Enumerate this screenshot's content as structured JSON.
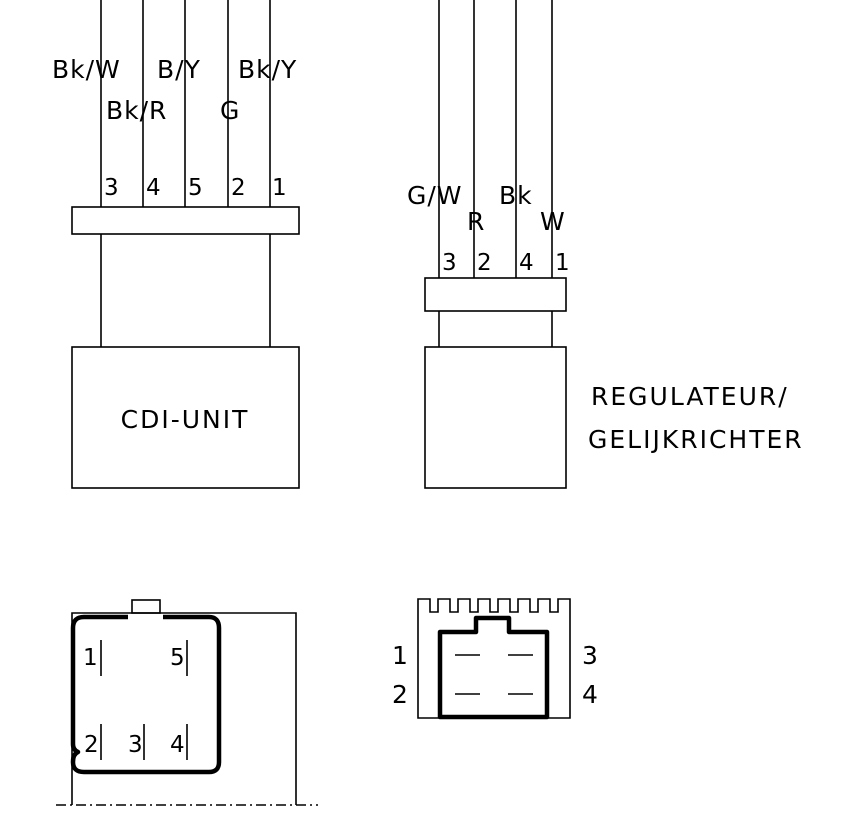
{
  "cdi": {
    "wires_top": [
      "Bk/W",
      "B/Y",
      "Bk/Y"
    ],
    "wires_bottom": [
      "Bk/R",
      "G"
    ],
    "pins": [
      "3",
      "4",
      "5",
      "2",
      "1"
    ],
    "box_label": "CDI-UNIT"
  },
  "regulator": {
    "wires_top": [
      "G/W",
      "Bk"
    ],
    "wires_bottom": [
      "R",
      "W"
    ],
    "pins": [
      "3",
      "2",
      "4",
      "1"
    ],
    "label_line1": "REGULATEUR/",
    "label_line2": "GELIJKRICHTER"
  },
  "cdi_connector": {
    "pin_labels": [
      "1",
      "5",
      "2",
      "3",
      "4"
    ]
  },
  "regulator_connector": {
    "left_labels": [
      "1",
      "2"
    ],
    "right_labels": [
      "3",
      "4"
    ]
  }
}
